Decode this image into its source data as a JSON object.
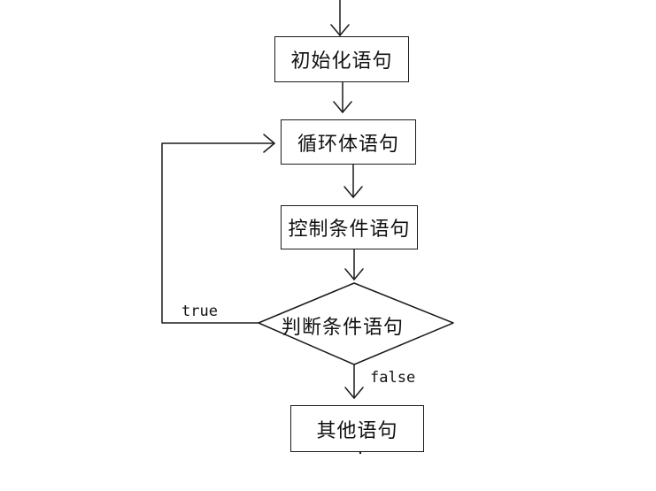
{
  "flowchart": {
    "nodes": {
      "init": "初始化语句",
      "loop_body": "循环体语句",
      "control": "控制条件语句",
      "condition": "判断条件语句",
      "other": "其他语句"
    },
    "edge_labels": {
      "true": "true",
      "false": "false"
    },
    "colors": {
      "stroke": "#1a1a1a",
      "background": "#ffffff"
    }
  }
}
